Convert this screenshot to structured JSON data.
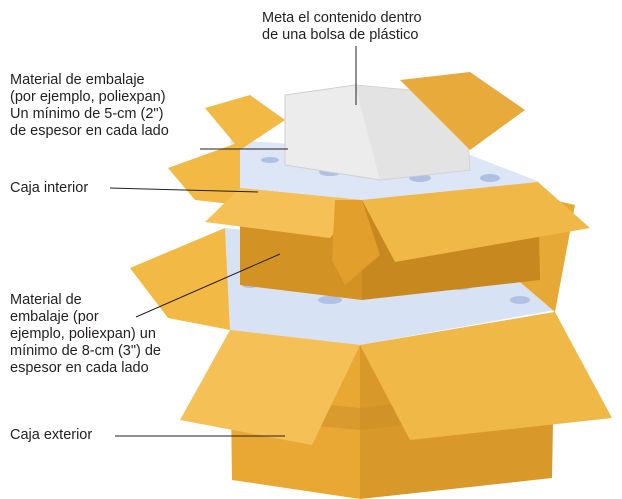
{
  "labels": {
    "plastic_bag": "Meta el contenido dentro\nde una bolsa de plástico",
    "inner_packing": "Material de embalaje\n(por ejemplo, poliexpan)\nUn mínimo de 5-cm (2\")\nde espesor en cada lado",
    "inner_box": "Caja interior",
    "outer_packing": "Material de\nembalaje (por\nejemplo, poliexpan) un\nmínimo de 8-cm (3\") de\nespesor en cada lado",
    "outer_box": "Caja exterior"
  },
  "colors": {
    "cardboard_light": "#f2b944",
    "cardboard_mid": "#e5a52c",
    "cardboard_dark": "#b8791d",
    "packing_peanuts": "#c9d6f0",
    "plastic_bag": "#eeeeee"
  }
}
